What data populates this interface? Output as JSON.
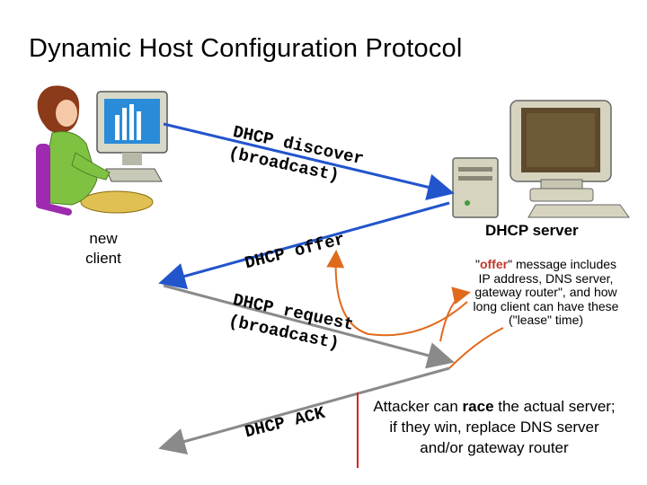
{
  "title": "Dynamic Host Configuration Protocol",
  "client": {
    "label_line1": "new",
    "label_line2": "client"
  },
  "server": {
    "label": "DHCP server"
  },
  "messages": {
    "discover": {
      "line1": "DHCP discover",
      "line2": "(broadcast)"
    },
    "offer": {
      "line1": "DHCP offer"
    },
    "request": {
      "line1": "DHCP request",
      "line2": "(broadcast)"
    },
    "ack": {
      "line1": "DHCP ACK"
    }
  },
  "offer_note": {
    "quote_word": "offer",
    "text": "message includes IP address, DNS server, gateway router\", and how long client can have these (\"lease\" time)"
  },
  "attacker_note": {
    "part1": "Attacker can ",
    "emphasis": "race",
    "part2": " the actual server; if they win, replace DNS server and/or gateway router"
  },
  "colors": {
    "discover_arrow": "#2255cc",
    "offer_arrow": "#2255cc",
    "request_arrow": "#8a8a8a",
    "ack_arrow": "#8a8a8a",
    "annotation_arrow": "#e06a1c",
    "attacker_border": "#e0201f"
  }
}
